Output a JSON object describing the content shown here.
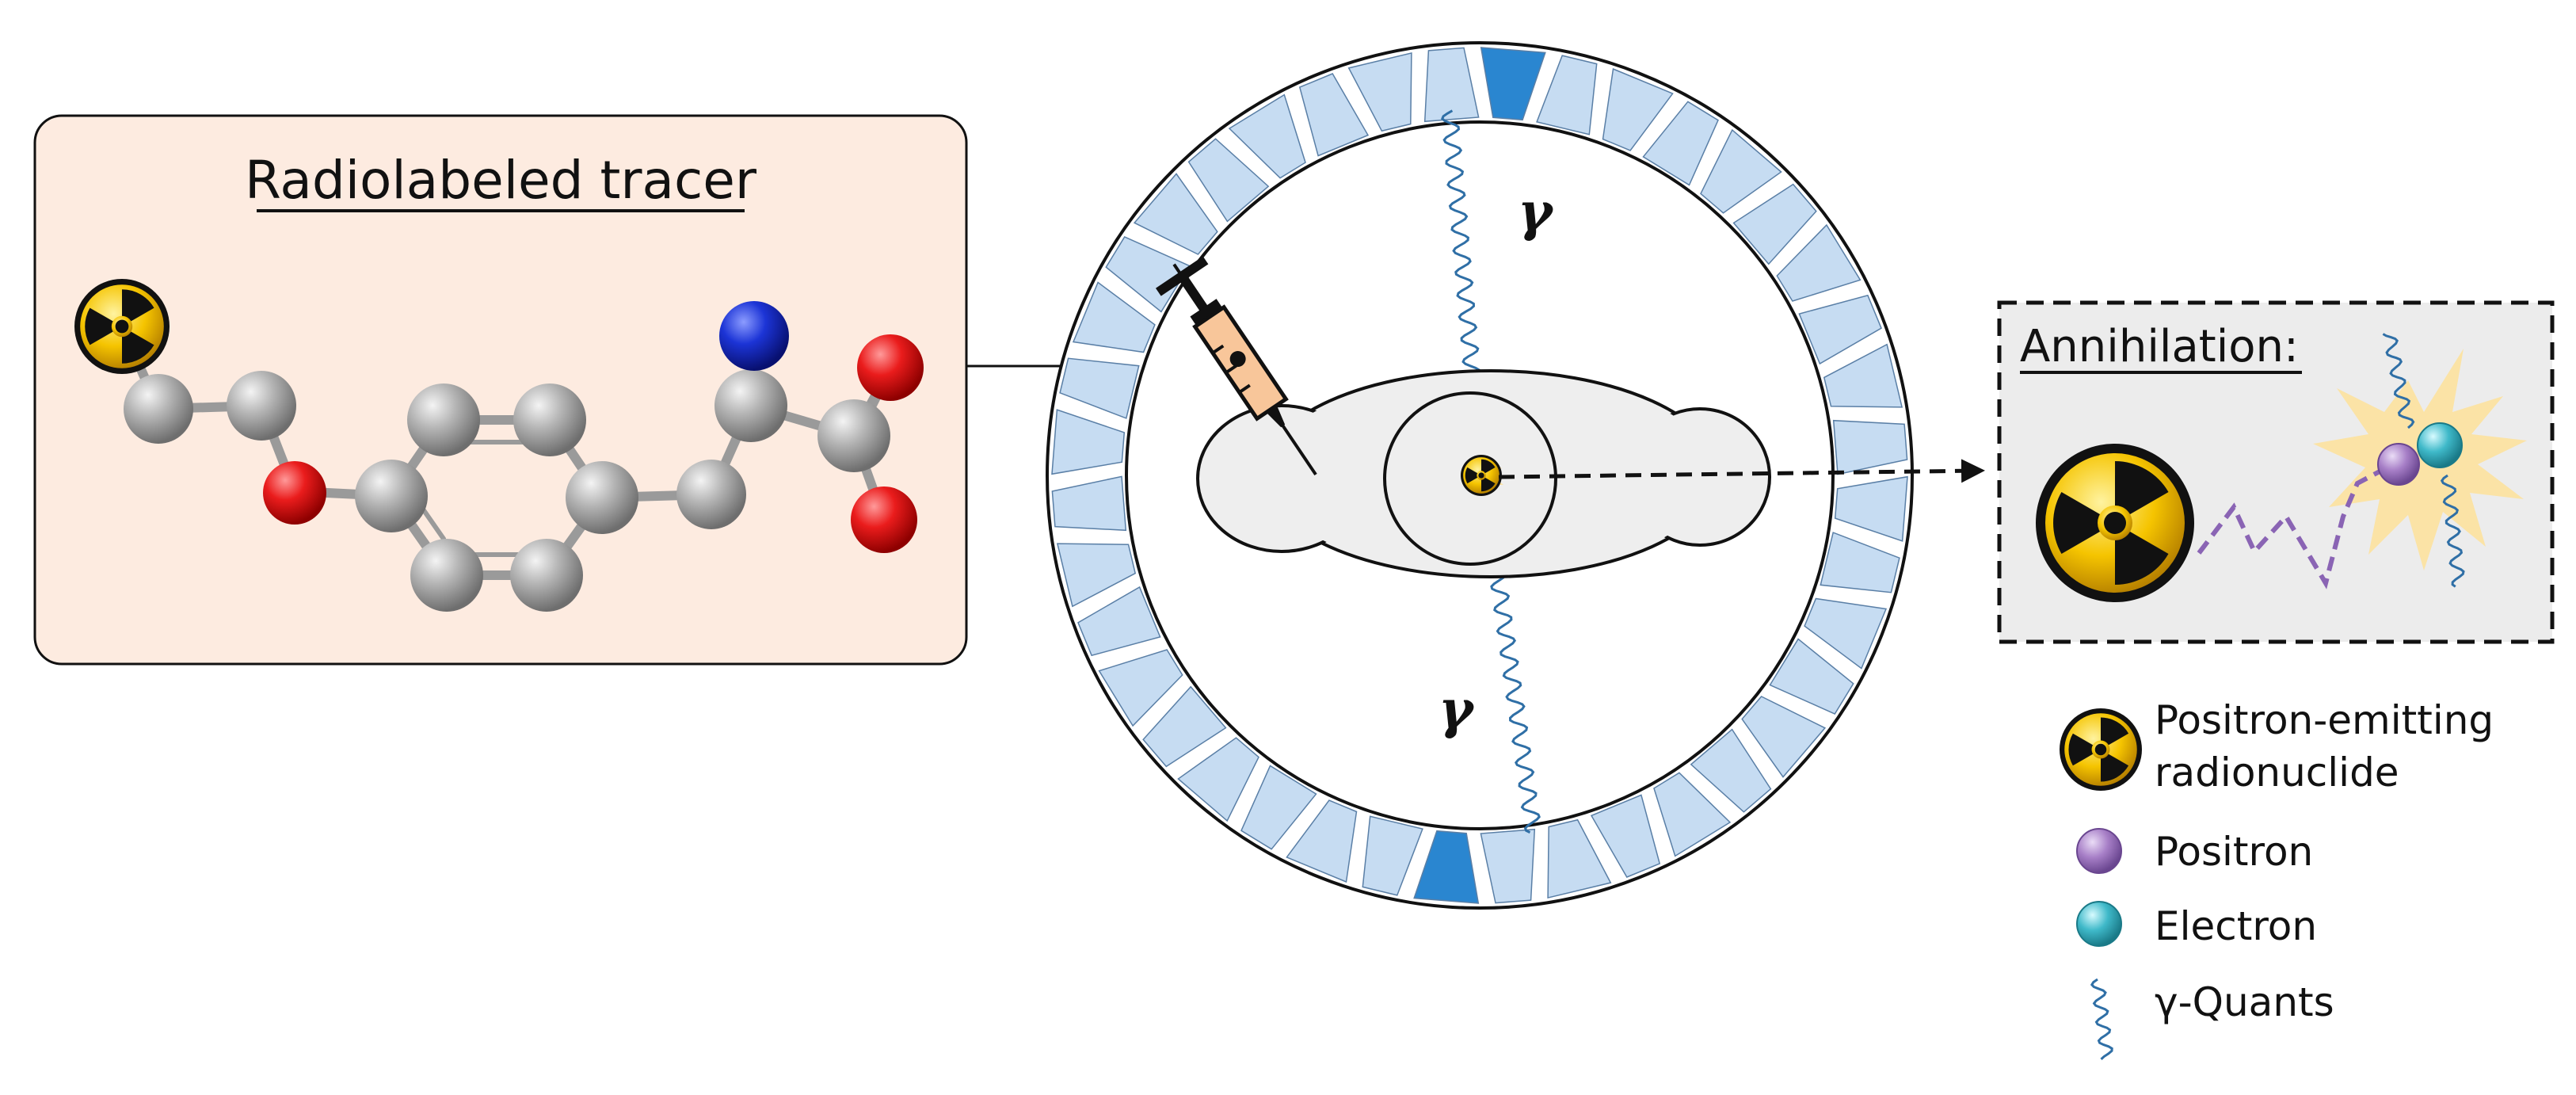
{
  "tracer_panel": {
    "title": "Radiolabeled tracer"
  },
  "pet_ring": {
    "gamma_top": "γ",
    "gamma_bottom": "γ"
  },
  "annihilation_panel": {
    "title": "Annihilation:"
  },
  "legend": {
    "items": [
      {
        "icon": "radiation-icon",
        "line1": "Positron-emitting",
        "line2": "radionuclide"
      },
      {
        "icon": "positron-icon",
        "line1": "Positron",
        "line2": ""
      },
      {
        "icon": "electron-icon",
        "line1": "Electron",
        "line2": ""
      },
      {
        "icon": "gamma-wave-icon",
        "line1": "γ-Quants",
        "line2": ""
      }
    ]
  },
  "colors": {
    "tracer_bg": "#fdebe0",
    "annihilation_bg": "#ececec",
    "detector_light": "#c6dcf2",
    "detector_active": "#2a86d0",
    "wave": "#2f6fa6",
    "positron": "#a77fc7",
    "electron": "#3fb9c9",
    "carbon": "#a8a8a8",
    "oxygen": "#e52222",
    "nitrogen": "#1a2fd0",
    "radiation_yellow": "#f5c400"
  }
}
